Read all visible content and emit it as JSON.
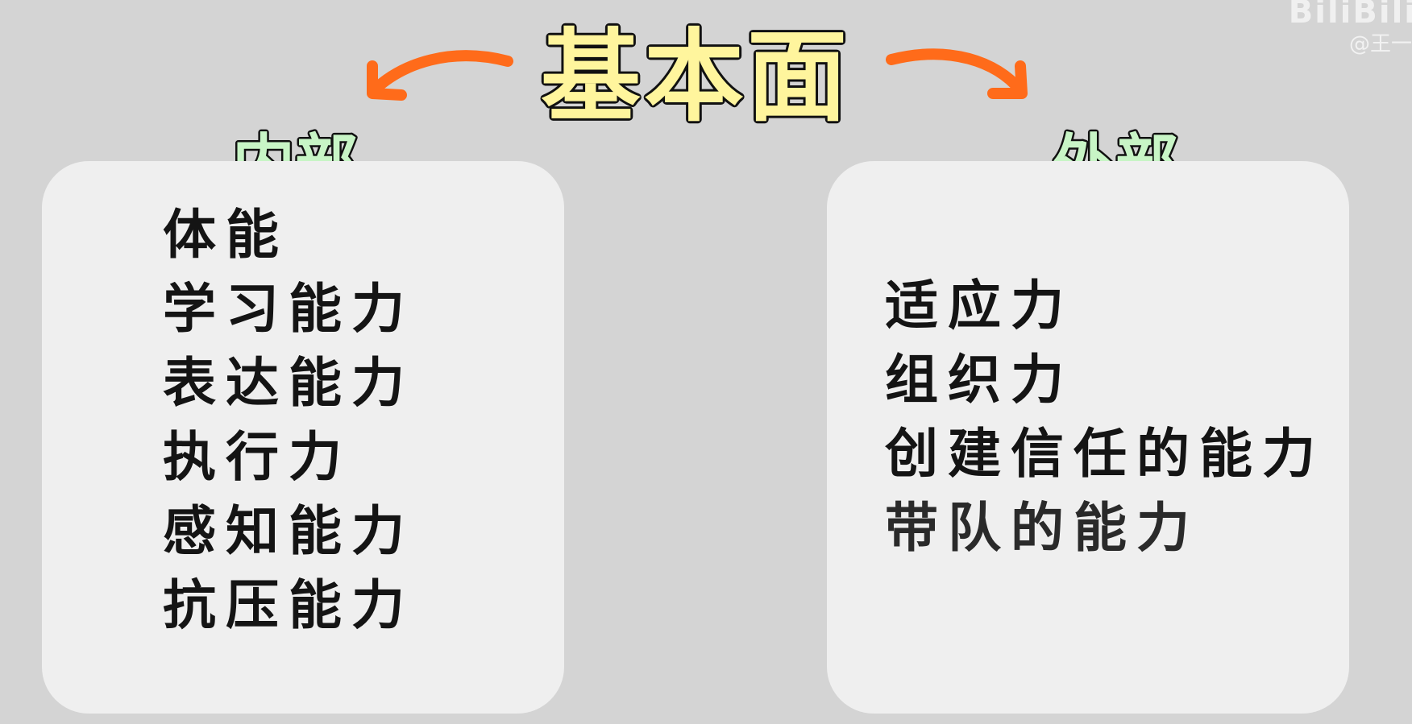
{
  "title": "基本面",
  "watermark": "BiliBili",
  "handle": "@王一",
  "colors": {
    "background": "#d4d4d4",
    "panel": "#efefef",
    "title_fill": "#fff59d",
    "section_fill": "#c8f5c6",
    "arrow": "#ff6b1a",
    "outline": "#111111"
  },
  "sections": {
    "internal": {
      "heading": "内部",
      "items": [
        "体能",
        "学习能力",
        "表达能力",
        "执行力",
        "感知能力",
        "抗压能力"
      ]
    },
    "external": {
      "heading": "外部",
      "items": [
        "适应力",
        "组织力",
        "创建信任的能力",
        "带队的能力"
      ]
    }
  }
}
